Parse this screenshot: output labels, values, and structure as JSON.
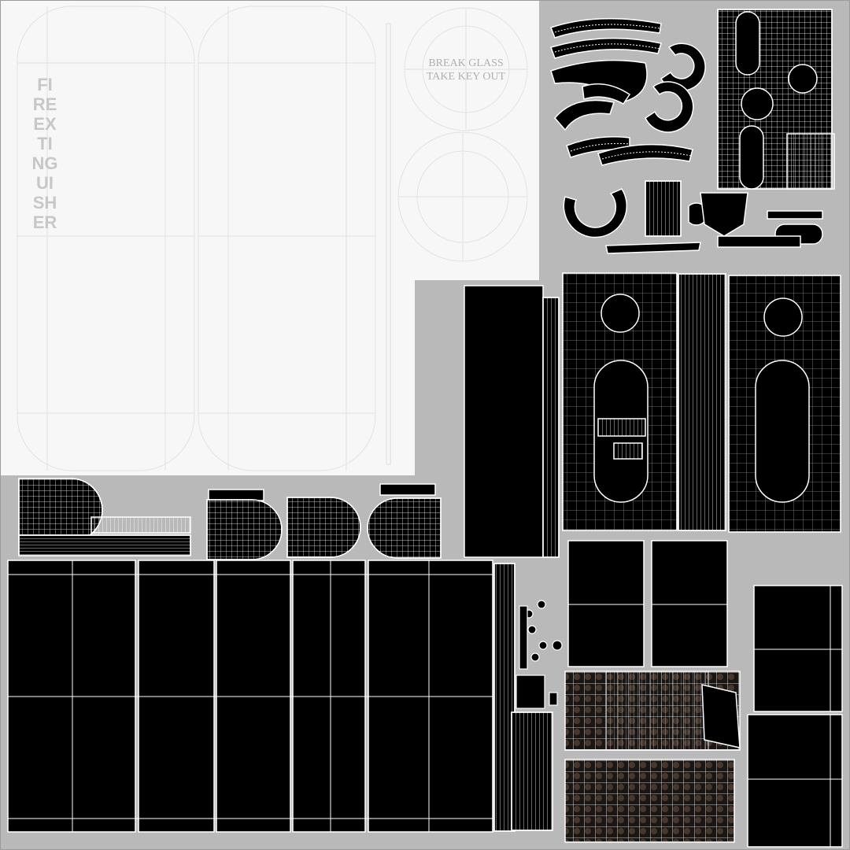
{
  "texture": {
    "label_vertical": "FIRE EXTINGUISHER",
    "label_glass_line1": "BREAK GLASS",
    "label_glass_line2": "TAKE KEY OUT"
  },
  "colors": {
    "background": "#b9b9b9",
    "white_region": "#f7f7f7",
    "island_fill": "#000000",
    "wire": "#ffffff",
    "label": "#c7c7c7",
    "rust": "#5a4438"
  }
}
